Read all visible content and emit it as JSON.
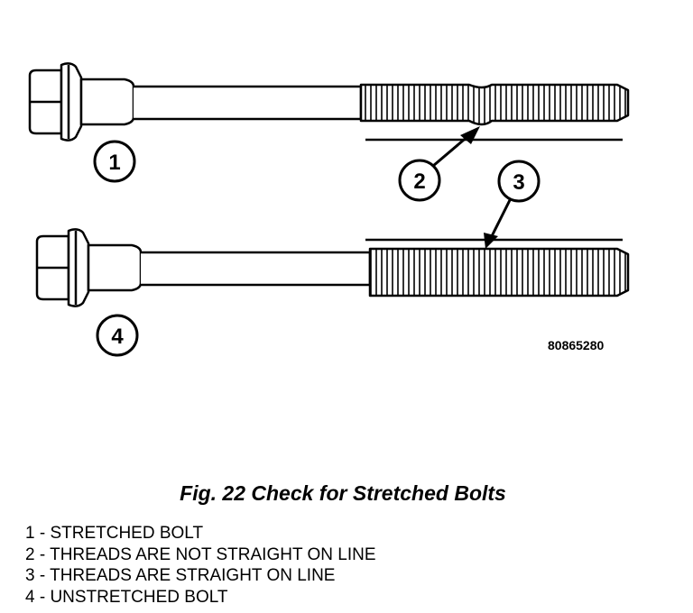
{
  "figure": {
    "callouts": [
      "1",
      "2",
      "3",
      "4"
    ],
    "figure_id": "80865280"
  },
  "caption": "Fig. 22 Check for Stretched Bolts",
  "legend": [
    "1 - STRETCHED BOLT",
    "2 - THREADS ARE NOT STRAIGHT ON LINE",
    "3 - THREADS ARE STRAIGHT ON LINE",
    "4 - UNSTRETCHED BOLT"
  ]
}
